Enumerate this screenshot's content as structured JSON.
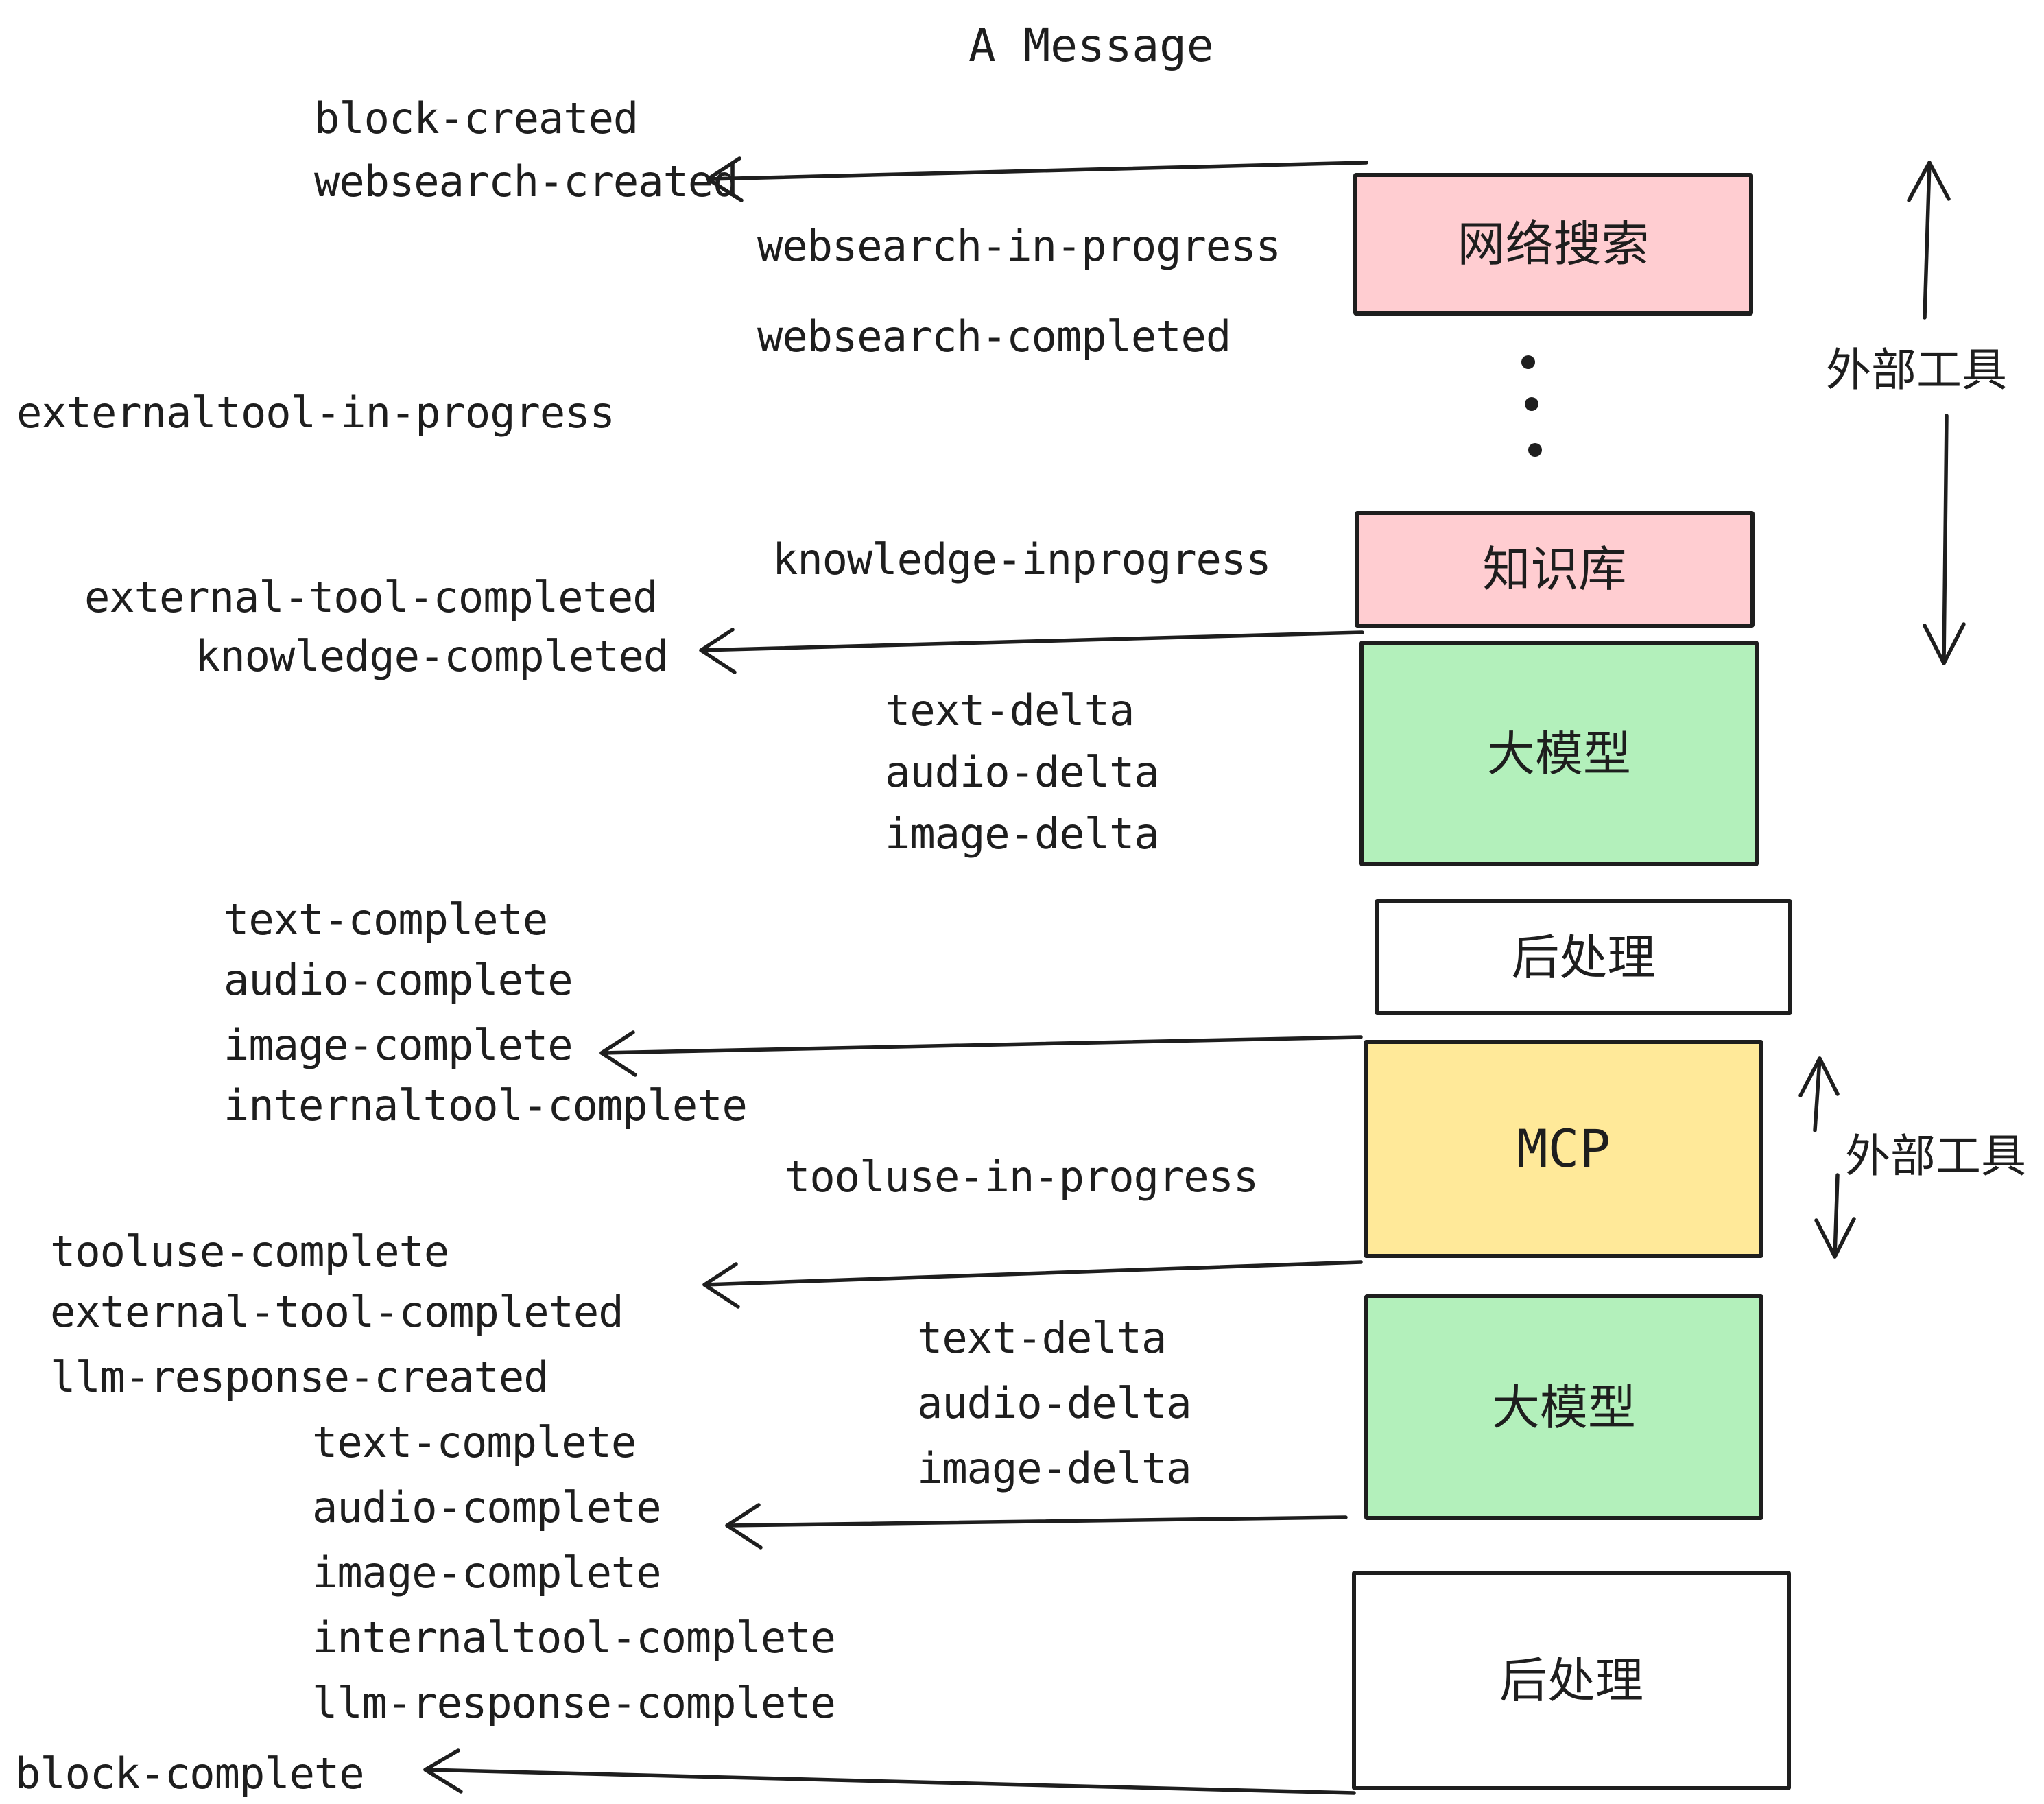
{
  "title": "A Message",
  "colors": {
    "pink": "#ffcdd1",
    "green": "#b3f0bb",
    "yellow": "#ffe999",
    "white": "#ffffff",
    "ink": "#1e1e1e"
  },
  "icons": [
    "left-arrow-icon",
    "up-arrow-icon",
    "down-arrow-icon",
    "vertical-ellipsis-dots"
  ],
  "boxes": [
    {
      "id": "websearch",
      "label": "网络搜索",
      "color": "pink"
    },
    {
      "id": "knowledge",
      "label": "知识库",
      "color": "pink"
    },
    {
      "id": "llm-1",
      "label": "大模型",
      "color": "green"
    },
    {
      "id": "postprocess-1",
      "label": "后处理",
      "color": "white"
    },
    {
      "id": "mcp",
      "label": "MCP",
      "color": "yellow"
    },
    {
      "id": "llm-2",
      "label": "大模型",
      "color": "green"
    },
    {
      "id": "postprocess-2",
      "label": "后处理",
      "color": "white"
    }
  ],
  "side_labels": [
    {
      "text": "外部工具"
    },
    {
      "text": "外部工具"
    }
  ],
  "events": [
    {
      "text": "block-created"
    },
    {
      "text": "websearch-created"
    },
    {
      "text": "websearch-in-progress"
    },
    {
      "text": "websearch-completed"
    },
    {
      "text": "externaltool-in-progress"
    },
    {
      "text": "knowledge-inprogress"
    },
    {
      "text": "external-tool-completed"
    },
    {
      "text": "knowledge-completed"
    },
    {
      "text": "text-delta"
    },
    {
      "text": "audio-delta"
    },
    {
      "text": "image-delta"
    },
    {
      "text": "text-complete"
    },
    {
      "text": "audio-complete"
    },
    {
      "text": "image-complete"
    },
    {
      "text": "internaltool-complete"
    },
    {
      "text": "tooluse-in-progress"
    },
    {
      "text": "tooluse-complete"
    },
    {
      "text": "external-tool-completed"
    },
    {
      "text": "llm-response-created"
    },
    {
      "text": "text-delta"
    },
    {
      "text": "audio-delta"
    },
    {
      "text": "image-delta"
    },
    {
      "text": "text-complete"
    },
    {
      "text": "audio-complete"
    },
    {
      "text": "image-complete"
    },
    {
      "text": "internaltool-complete"
    },
    {
      "text": "llm-response-complete"
    },
    {
      "text": "block-complete"
    }
  ]
}
